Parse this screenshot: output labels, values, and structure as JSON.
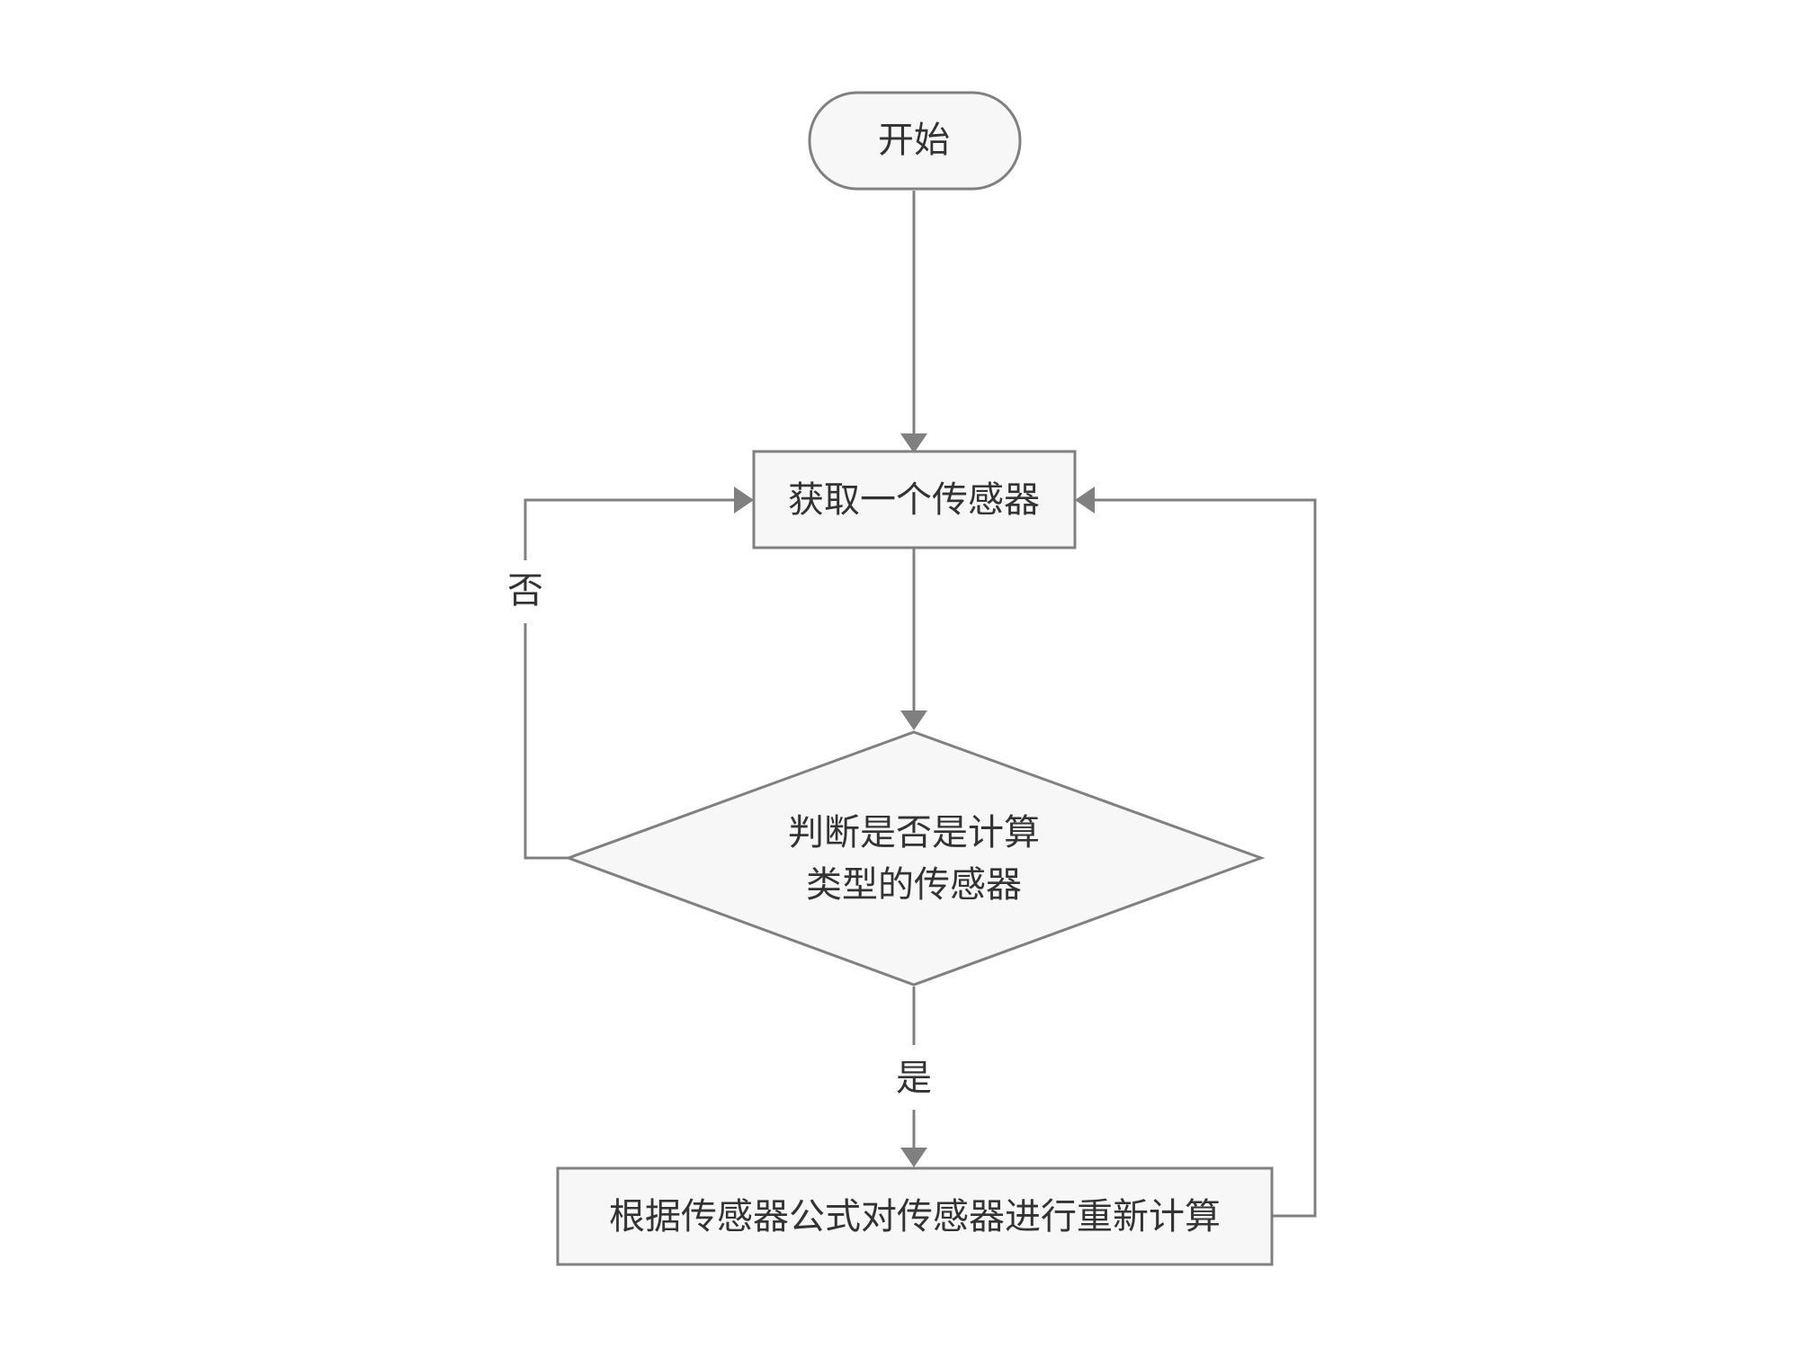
{
  "colors": {
    "stroke": "#808080",
    "fill": "#f7f7f7",
    "text": "#333333",
    "background": "#ffffff"
  },
  "nodes": {
    "start": {
      "label": "开始"
    },
    "get_sensor": {
      "label": "获取一个传感器"
    },
    "decision": {
      "line1": "判断是否是计算",
      "line2": "类型的传感器"
    },
    "recalculate": {
      "label": "根据传感器公式对传感器进行重新计算"
    }
  },
  "edges": {
    "no_label": "否",
    "yes_label": "是"
  }
}
